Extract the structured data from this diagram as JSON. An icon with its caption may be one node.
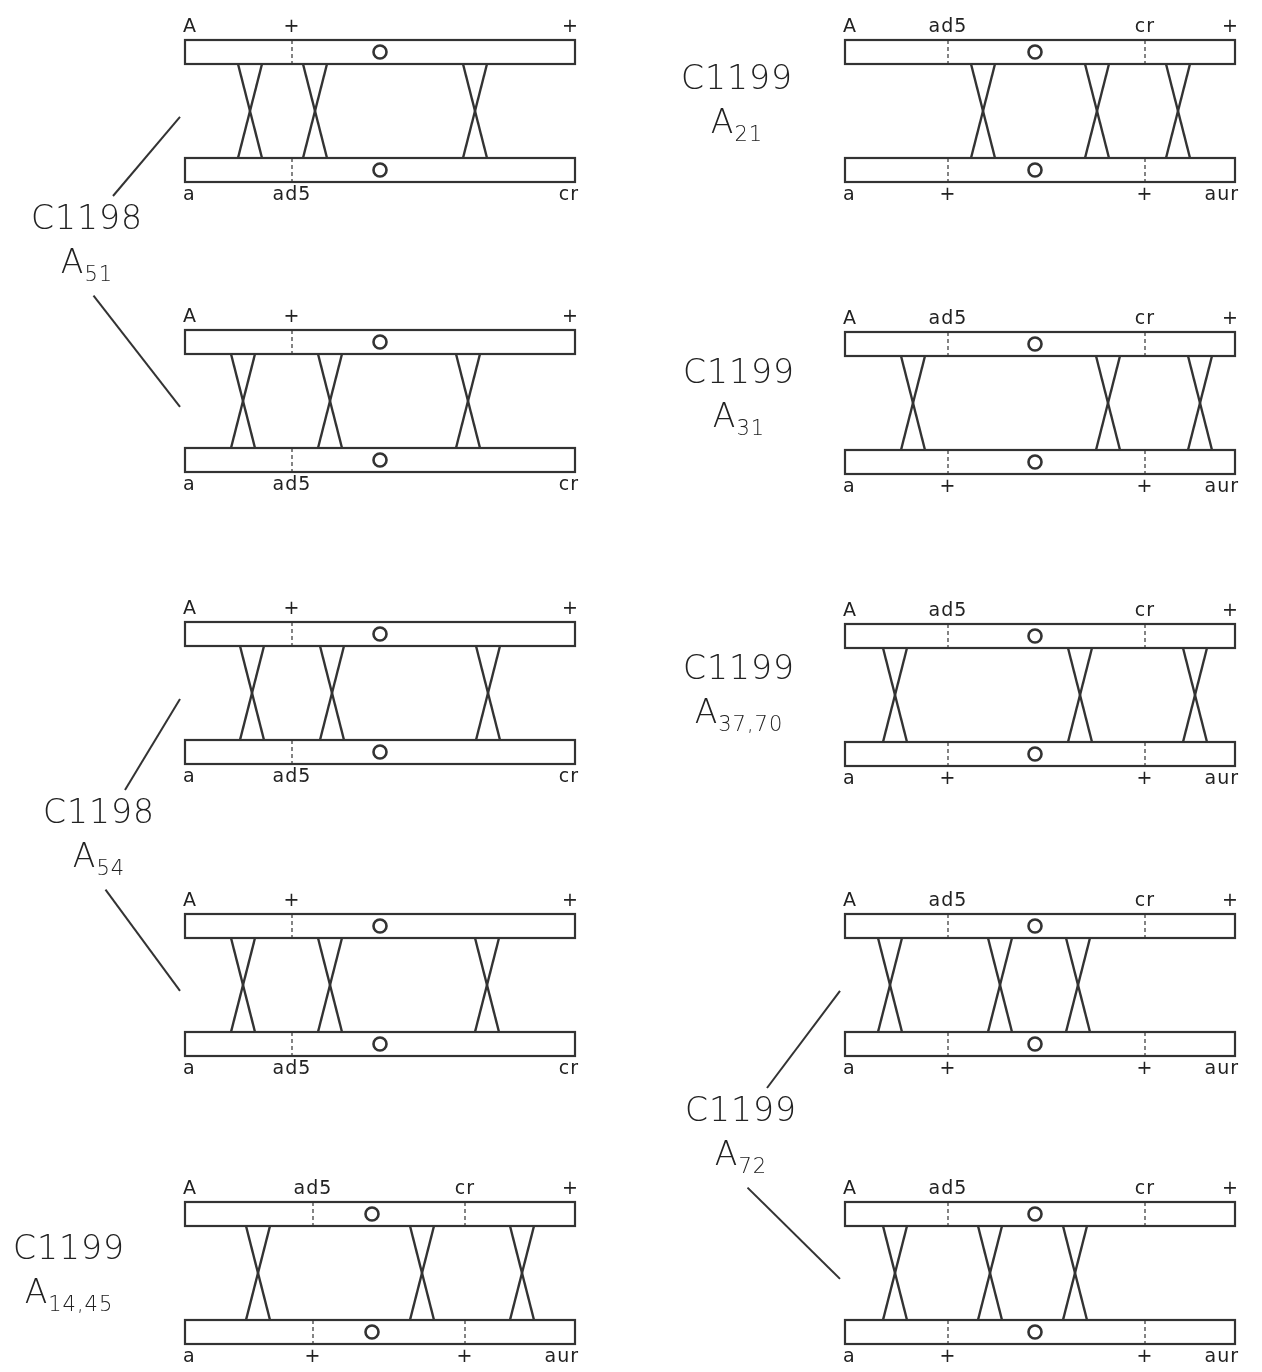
{
  "diagram": {
    "nodes": [
      {
        "text": [],
        "shape": "picture",
        "beside": [
          "A",
          "+",
          "+",
          "a",
          "ad5",
          "cr"
        ]
      },
      {
        "text": [],
        "shape": "picture",
        "beside": [
          "A",
          "ad5",
          "cr",
          "+",
          "a",
          "+",
          "+",
          "aur"
        ]
      },
      {
        "text": [
          "C1198 A$_{51}$"
        ]
      },
      {
        "text": [],
        "shape": "picture",
        "beside": [
          "A",
          "+",
          "+",
          "a",
          "ad5",
          "cr"
        ]
      },
      {
        "text": [],
        "shape": "picture",
        "beside": [
          "A",
          "ad5",
          "cr",
          "+",
          "a",
          "+",
          "+",
          "aur"
        ]
      },
      {
        "text": [],
        "shape": "picture",
        "beside": [
          "A",
          "+",
          "+",
          "a",
          "ad5",
          "cr"
        ]
      },
      {
        "text": [],
        "shape": "picture",
        "beside": [
          "A",
          "ad5",
          "cr",
          "+",
          "a",
          "+",
          "+",
          "aur"
        ]
      },
      {
        "text": [
          "C1198 A$_{54}$"
        ]
      },
      {
        "text": [],
        "shape": "picture",
        "beside": [
          "A",
          "+",
          "+",
          "a",
          "ad5",
          "cr"
        ]
      },
      {
        "text": [],
        "shape": "picture",
        "beside": [
          "A",
          "ad5",
          "cr",
          "+",
          "a",
          "+",
          "+",
          "aur"
        ]
      },
      {
        "text": [
          "C1199 A$_{72}$"
        ]
      },
      {
        "text": [],
        "shape": "picture",
        "beside": [
          "A",
          "ad5",
          "cr",
          "+",
          "a",
          "+",
          "+",
          "aur"
        ]
      },
      {
        "text": [],
        "shape": "picture",
        "beside": [
          "A",
          "ad5",
          "cr",
          "+",
          "a",
          "+",
          "+",
          "aur"
        ]
      }
    ],
    "edges": [
      {
        "from": 2,
        "to": 0,
        "arrow": "none"
      },
      {
        "from": 2,
        "to": 3,
        "arrow": "none"
      },
      {
        "from": 7,
        "to": 5,
        "arrow": "none"
      },
      {
        "from": 7,
        "to": 8,
        "arrow": "none"
      },
      {
        "from": 10,
        "to": 9,
        "arrow": "none"
      },
      {
        "from": 10,
        "to": 12,
        "arrow": "none"
      }
    ],
    "labels": [
      "C1199 A$_{21}$",
      "C1199 A$_{31}$",
      "C1199 A$_{37,70}$",
      "C1199 A$_{14,45}$"
    ]
  }
}
